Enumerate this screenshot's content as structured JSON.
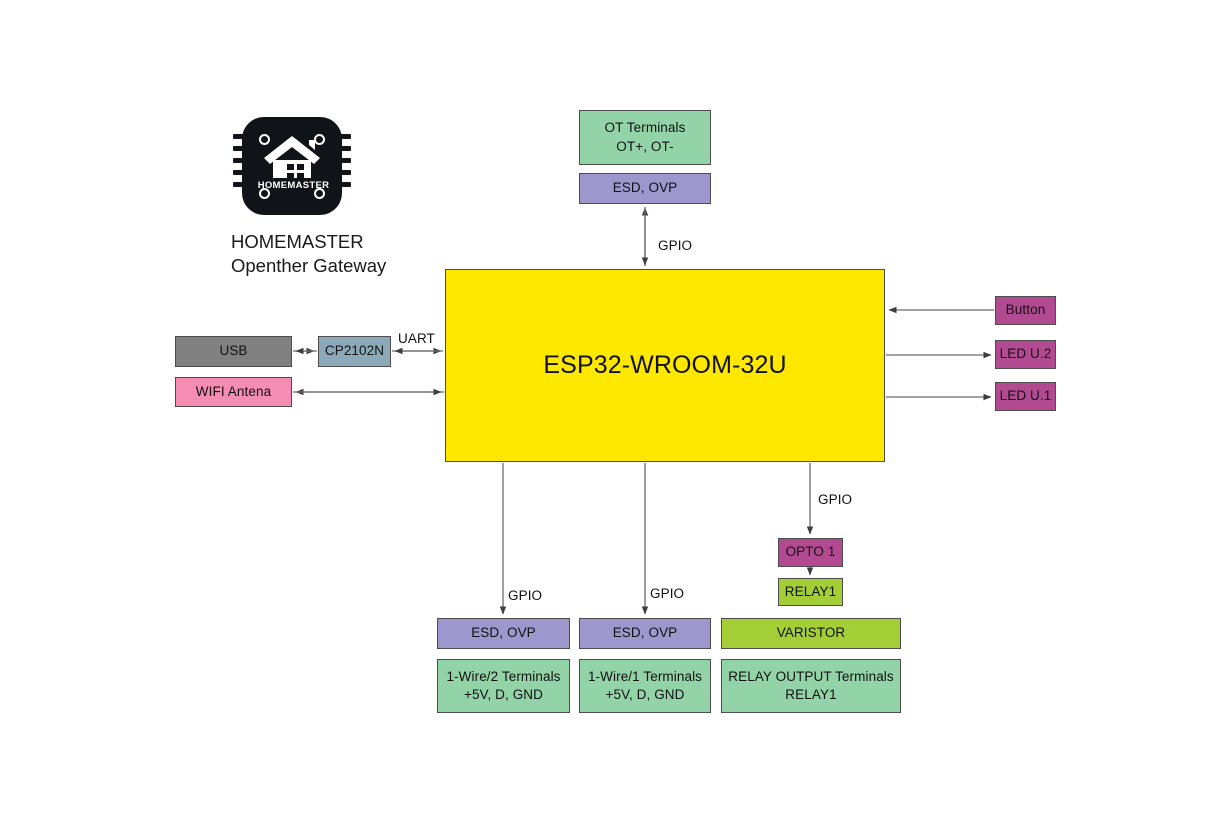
{
  "diagram": {
    "title": "HOMEMASTER Openther Gateway block diagram",
    "colors": {
      "mcu": "#ffe800",
      "terminals_green": "#92d3a7",
      "protection_purple": "#9d97cd",
      "io_magenta": "#b24a91",
      "relay_green": "#a3ce36",
      "usb_gray": "#808080",
      "bridge_blue": "#8ba9b9",
      "wifi_pink": "#f58cb4",
      "edge": "#666666",
      "border": "#4d4d4d"
    }
  },
  "brand": {
    "logo_word": "HOMEMASTER",
    "name_line1": "HOMEMASTER",
    "name_line2": "Openther Gateway"
  },
  "nodes": {
    "mcu": {
      "label": "ESP32-WROOM-32U"
    },
    "ot_terminals": {
      "line1": "OT Terminals",
      "line2": "OT+, OT-"
    },
    "esd_ovp_top": {
      "label": "ESD, OVP"
    },
    "usb": {
      "label": "USB"
    },
    "cp2102n": {
      "label": "CP2102N"
    },
    "wifi": {
      "label": "WIFI Antena"
    },
    "button": {
      "label": "Button"
    },
    "led_u2": {
      "label": "LED U.2"
    },
    "led_u1": {
      "label": "LED U.1"
    },
    "opto1": {
      "label": "OPTO 1"
    },
    "relay1": {
      "label": "RELAY1"
    },
    "esd_ovp_b1": {
      "label": "ESD, OVP"
    },
    "onewire2": {
      "line1": "1-Wire/2 Terminals",
      "line2": "+5V, D, GND"
    },
    "esd_ovp_b2": {
      "label": "ESD, OVP"
    },
    "onewire1": {
      "line1": "1-Wire/1 Terminals",
      "line2": "+5V, D, GND"
    },
    "varistor": {
      "label": "VARISTOR"
    },
    "relay_output": {
      "line1": "RELAY OUTPUT Terminals",
      "line2": "RELAY1"
    }
  },
  "edge_labels": {
    "gpio_top": "GPIO",
    "uart": "UART",
    "gpio_ow2": "GPIO",
    "gpio_ow1": "GPIO",
    "gpio_relay": "GPIO"
  }
}
